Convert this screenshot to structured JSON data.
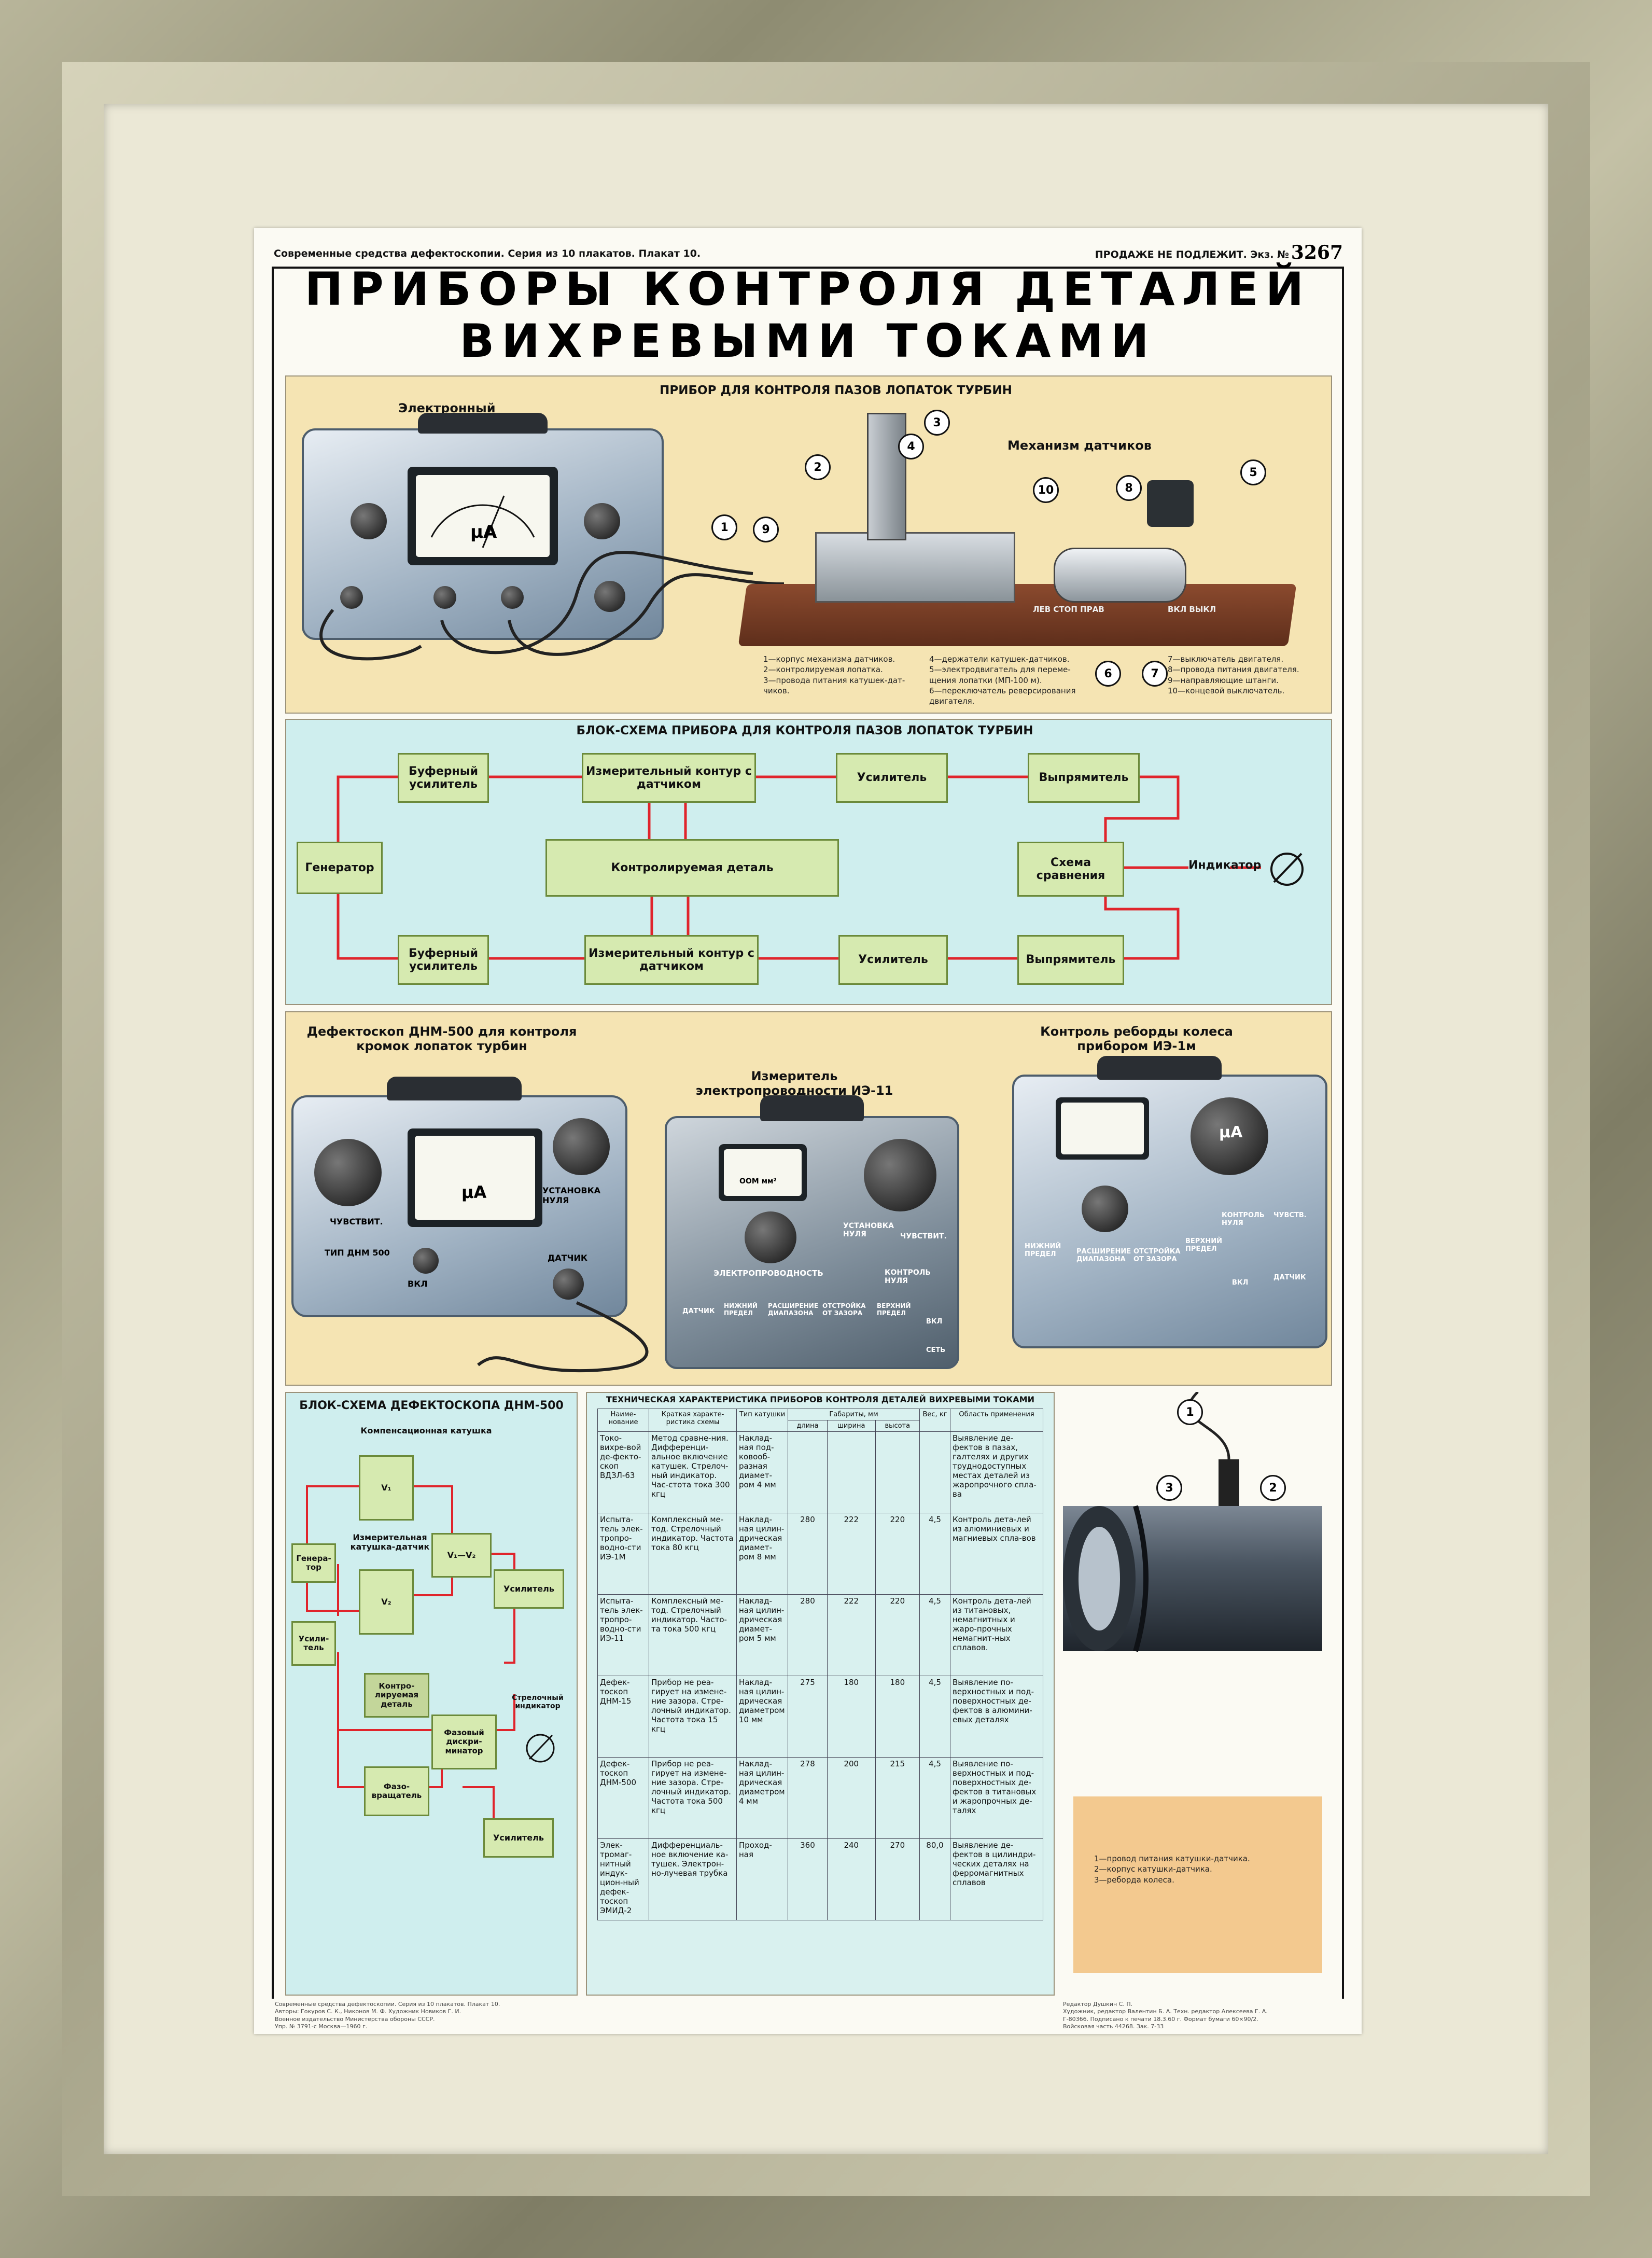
{
  "header": {
    "series": "Современные средства дефектоскопии. Серия из 10 плакатов. Плакат 10.",
    "sale": "ПРОДАЖЕ НЕ ПОДЛЕЖИТ. Экз. №",
    "copy_number": "3267",
    "title_line1": "ПРИБОРЫ КОНТРОЛЯ ДЕТАЛЕЙ",
    "title_line2": "ВИХРЕВЫМИ ТОКАМИ"
  },
  "panel1": {
    "title": "ПРИБОР ДЛЯ КОНТРОЛЯ ПАЗОВ ЛОПАТОК ТУРБИН",
    "electronic_block": "Электронный блок",
    "sensor_mechanism": "Механизм датчиков",
    "meter_unit": "μA",
    "switch_left": "ЛЕВ",
    "switch_stop": "СТОП",
    "switch_right": "ПРАВ",
    "switch_on": "ВКЛ",
    "switch_off": "ВЫКЛ",
    "legend_col1": "1—корпус механизма датчиков.\n2—контролируемая лопатка.\n3—провода питания катушек-дат-\nчиков.",
    "legend_col2": "4—держатели катушек-датчиков.\n5—электродвигатель для переме-\nщения лопатки (МП-100 м).\n6—переключатель реверсирования\nдвигателя.",
    "legend_col3": "7—выключатель двигателя.\n8—провода питания двигателя.\n9—направляющие штанги.\n10—концевой выключатель.",
    "callouts": [
      "1",
      "2",
      "3",
      "4",
      "5",
      "6",
      "7",
      "8",
      "9",
      "10"
    ]
  },
  "panel2": {
    "title": "БЛОК-СХЕМА ПРИБОРА ДЛЯ КОНТРОЛЯ ПАЗОВ ЛОПАТОК ТУРБИН",
    "buffer_amp": "Буферный усилитель",
    "meas_contour": "Измерительный контур с датчиком",
    "amplifier": "Усилитель",
    "rectifier": "Выпрямитель",
    "generator": "Генератор",
    "controlled_part": "Контролируемая деталь",
    "comparison": "Схема сравнения",
    "indicator": "Индикатор"
  },
  "panel3": {
    "dnm_title": "Дефектоскоп ДНМ-500 для контроля кромок лопаток турбин",
    "ie11_title": "Измеритель электропроводности ИЭ-11",
    "ie1m_title": "Контроль реборды колеса прибором ИЭ-1м",
    "dnm_labels": [
      "ЧУВСТВИТ.",
      "УСТАНОВКА НУЛЯ",
      "ТИП ДНМ 500",
      "ВКЛ",
      "ДАТЧИК"
    ],
    "ie11_labels": [
      "ЭЛЕКТРОПРОВОДНОСТЬ",
      "УСТАНОВКА НУЛЯ",
      "ЧУВСТВИТ.",
      "КОНТРОЛЬ НУЛЯ",
      "ДАТЧИК",
      "НИЖНИЙ ПРЕДЕЛ",
      "РАСШИРЕНИЕ ДИАПАЗОНА",
      "ОТСТРОЙКА ОТ ЗАЗОРА",
      "ВЕРХНИЙ ПРЕДЕЛ",
      "ВКЛ",
      "СЕТЬ",
      "ООМ мм²"
    ],
    "ie1m_labels": [
      "НИЖНИЙ ПРЕДЕЛ",
      "РАСШИРЕНИЕ ДИАПАЗОНА",
      "ОТСТРОЙКА ОТ ЗАЗОРА",
      "ВЕРХНИЙ ПРЕДЕЛ",
      "КОНТРОЛЬ НУЛЯ",
      "ЧУВСТВ.",
      "ВКЛ",
      "ДАТЧИК"
    ],
    "meter_unit": "μA"
  },
  "panel4": {
    "title": "БЛОК-СХЕМА ДЕФЕКТОСКОПА ДНМ-500",
    "comp_coil": "Компенсационная катушка",
    "meas_coil": "Измерительная катушка-датчик",
    "v1": "V₁",
    "v2": "V₂",
    "v1v2": "V₁—V₂",
    "generator": "Генера-тор",
    "amplifier_small": "Усили-тель",
    "amplifier": "Усилитель",
    "controlled_part": "Контро-лируемая деталь",
    "phase_discr": "Фазовый дискри-минатор",
    "arrow_indicator": "Стрелочный индикатор",
    "phase_shifter": "Фазо-вращатель",
    "amplifier2": "Усилитель"
  },
  "table": {
    "title": "ТЕХНИЧЕСКАЯ ХАРАКТЕРИСТИКА ПРИБОРОВ КОНТРОЛЯ ДЕТАЛЕЙ ВИХРЕВЫМИ ТОКАМИ",
    "headers": {
      "name": "Наиме-нование",
      "scheme": "Краткая характе-ристика схемы",
      "type": "Тип катушки",
      "dims": "Габариты, мм",
      "length": "длина",
      "width": "ширина",
      "height": "высота",
      "weight": "Вес, кг",
      "area": "Область применения"
    },
    "rows": [
      {
        "name": "Токо-вихре-вой де-фекто-скоп ВДЗЛ-63",
        "scheme": "Метод сравне-ния. Дифференци-альное включение катушек. Стрелоч-ный индикатор. Час-стота тока 300 кгц",
        "type": "Наклад-ная под-ковооб-разная диамет-ром 4 мм",
        "l": "",
        "w": "",
        "h": "",
        "kg": "",
        "area": "Выявление де-фектов в пазах, галтелях и других труднодоступных местах деталей из жаропрочного спла-ва"
      },
      {
        "name": "Испыта-тель элек-тропро-водно-сти ИЭ-1М",
        "scheme": "Комплексный ме-тод. Стрелочный индикатор. Частота тока 80 кгц",
        "type": "Наклад-ная цилин-дрическая диамет-ром 8 мм",
        "l": "280",
        "w": "222",
        "h": "220",
        "kg": "4,5",
        "area": "Контроль дета-лей из алюминиевых и магниевых спла-вов"
      },
      {
        "name": "Испыта-тель элек-тропро-водно-сти ИЭ-11",
        "scheme": "Комплексный ме-тод. Стрелочный индикатор. Часто-та тока 500 кгц",
        "type": "Наклад-ная цилин-дрическая диамет-ром 5 мм",
        "l": "280",
        "w": "222",
        "h": "220",
        "kg": "4,5",
        "area": "Контроль дета-лей из титановых, немагнитных и жаро-прочных немагнит-ных сплавов."
      },
      {
        "name": "Дефек-тоскоп ДНМ-15",
        "scheme": "Прибор не реа-гирует на измене-ние зазора. Стре-лочный индикатор. Частота тока 15 кгц",
        "type": "Наклад-ная цилин-дрическая диаметром 10 мм",
        "l": "275",
        "w": "180",
        "h": "180",
        "kg": "4,5",
        "area": "Выявление по-верхностных и под-поверхностных де-фектов в алюмини-евых деталях"
      },
      {
        "name": "Дефек-тоскоп ДНМ-500",
        "scheme": "Прибор не реа-гирует на измене-ние зазора. Стре-лочный индикатор. Частота тока 500 кгц",
        "type": "Наклад-ная цилин-дрическая диаметром 4 мм",
        "l": "278",
        "w": "200",
        "h": "215",
        "kg": "4,5",
        "area": "Выявление по-верхностных и под-поверхностных де-фектов в титановых и жаропрочных де-талях"
      },
      {
        "name": "Элек-тромаг-нитный индук-цион-ный дефек-тоскоп ЭМИД-2",
        "scheme": "Дифференциаль-ное включение ка-тушек. Электрон-но-лучевая трубка",
        "type": "Проход-ная",
        "l": "360",
        "w": "240",
        "h": "270",
        "kg": "80,0",
        "area": "Выявление де-фектов в цилиндри-ческих деталях на ферромагнитных сплавов"
      }
    ]
  },
  "wheel": {
    "legend": "1—провод питания катушки-датчика.\n2—корпус катушки-датчика.\n3—реборда колеса.",
    "callouts": [
      "1",
      "2",
      "3"
    ]
  },
  "footer": {
    "left": "Современные средства дефектоскопии. Серия из 10 плакатов. Плакат 10.\nАвторы: Гокуров С. К., Никонов М. Ф. Художник Новиков Г. И.\nВоенное издательство Министерства обороны СССР.\nУпр. № 3791-с     Москва—1960 г.",
    "right": "Редактор Душкин С. П.\nХудожник, редактор Валентин Б. А. Техн. редактор Алексеева Г. А.\nГ-80366. Подписано к печати 18.3.60 г. Формат бумаги 60×90/2.\nВойсковая часть 44268. Зак. 7-33"
  },
  "colors": {
    "signal_line": "#e0242b",
    "box_fill": "#d6eab0",
    "panel_yellow": "#f5e4b3",
    "panel_blue": "#cfeeee"
  }
}
